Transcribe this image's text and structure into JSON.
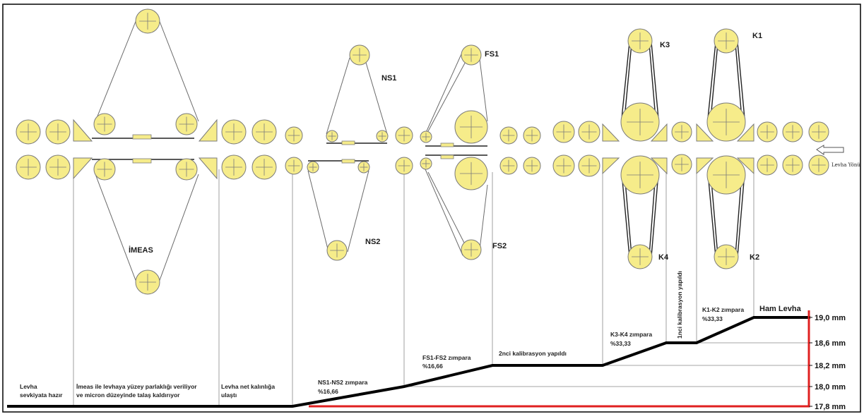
{
  "labels": {
    "imeas": "İMEAS",
    "ns1": "NS1",
    "ns2": "NS2",
    "fs1": "FS1",
    "fs2": "FS2",
    "k3": "K3",
    "k4": "K4",
    "k1": "K1",
    "k2": "K2",
    "levha_yonu": "Levha Yönü",
    "ham_levha": "Ham Levha",
    "kalib1": "1nci kalibrasyon yapıldı"
  },
  "captions": {
    "sevkiyat_1": "Levha",
    "sevkiyat_2": "sevkiyata hazır",
    "imeas_1": "İmeas ile levhaya yüzey parlaklığı veriliyor",
    "imeas_2": "ve micron düzeyinde talaş kaldırıyor",
    "net_1": "Levha net kalınlığa",
    "net_2": "ulaştı",
    "ns_1": "NS1-NS2 zımpara",
    "ns_2": "%16,66",
    "fs_1": "FS1-FS2 zımpara",
    "fs_2": "%16,66",
    "kalib2": "2nci kalibrasyon yapıldı",
    "k34_1": "K3-K4 zımpara",
    "k34_2": "%33,33",
    "k12_1": "K1-K2 zımpara",
    "k12_2": "%33,33"
  },
  "thickness_scale": [
    "19,0 mm",
    "18,6 mm",
    "18,2 mm",
    "18,0 mm",
    "17,8 mm"
  ],
  "colors": {
    "roll_fill": "#f6ec8a",
    "profile_line": "#000000",
    "reference_line": "#e02020"
  }
}
